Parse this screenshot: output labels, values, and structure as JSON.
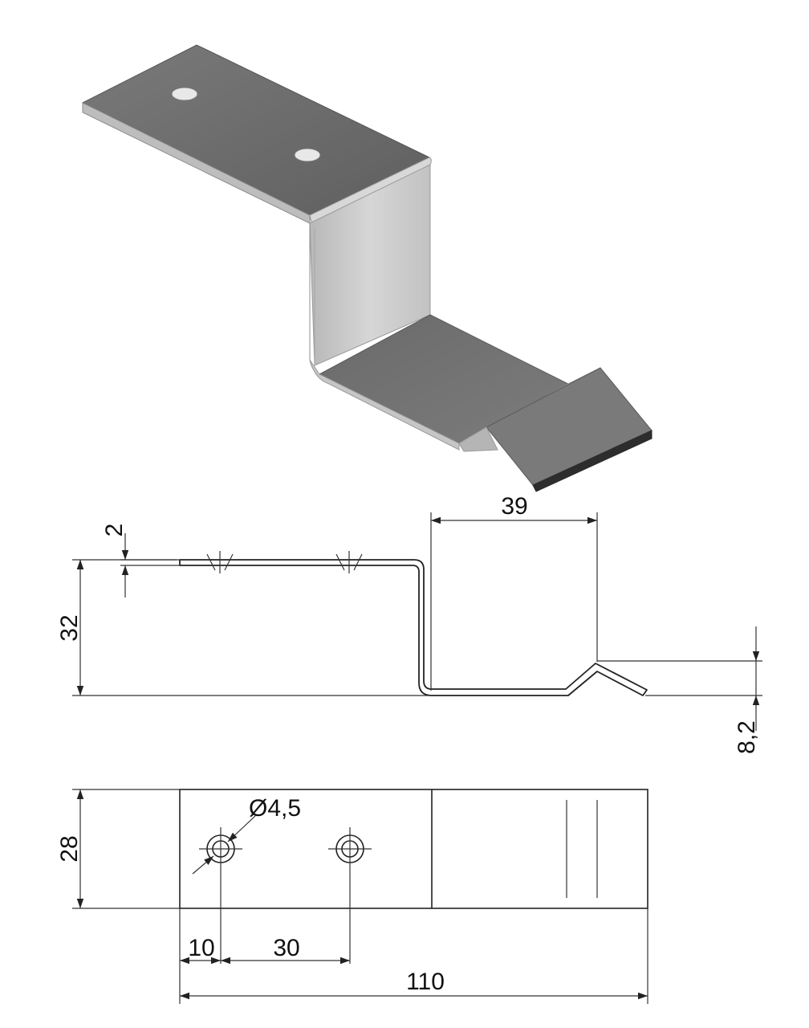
{
  "figure": {
    "title": "",
    "views": [
      "isometric",
      "side-profile",
      "top-plan"
    ]
  },
  "dimensions": {
    "thickness": "2",
    "height": "32",
    "tail_length": "39",
    "tail_offset": "8,2",
    "width": "28",
    "hole_diameter": "Ø4,5",
    "hole_edge_offset": "10",
    "hole_spacing": "30",
    "total_length": "110"
  },
  "colors": {
    "plate_top": "#6f6f6f",
    "plate_side": "#c9c9c9",
    "edge": "#9a9a9a",
    "line": "#222222"
  }
}
